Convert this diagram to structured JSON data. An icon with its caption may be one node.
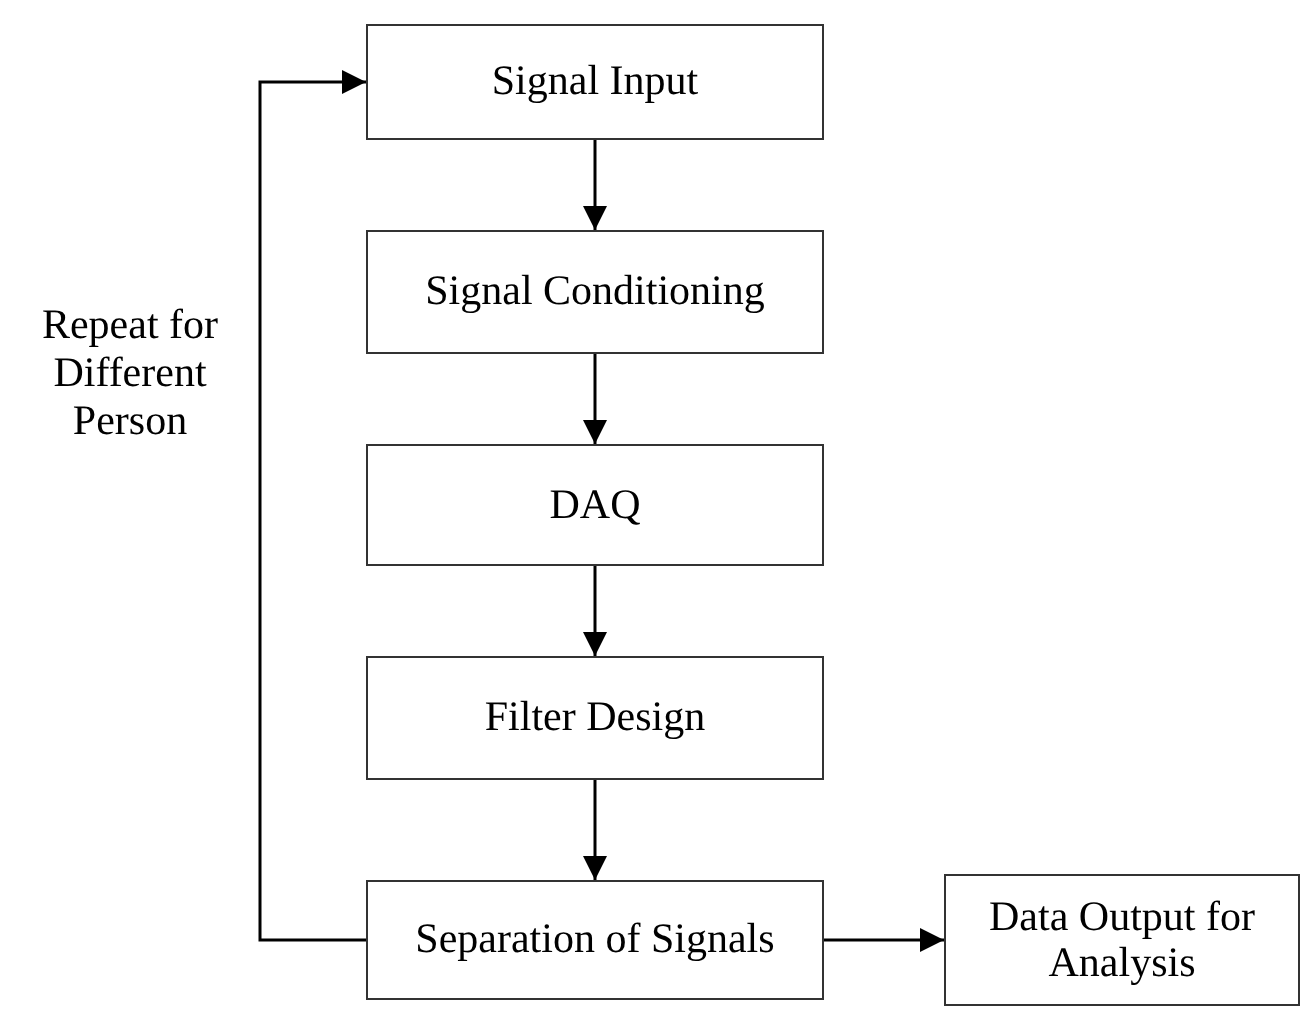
{
  "diagram": {
    "nodes": [
      {
        "text": [
          "Signal Input"
        ]
      },
      {
        "text": [
          "Signal Conditioning"
        ]
      },
      {
        "text": [
          "DAQ"
        ]
      },
      {
        "text": [
          "Filter Design"
        ]
      },
      {
        "text": [
          "Separation of Signals"
        ]
      },
      {
        "text": [
          "Data Output for Analysis"
        ]
      }
    ],
    "edges": [
      {
        "from": 0,
        "to": 1,
        "arrow": "to"
      },
      {
        "from": 1,
        "to": 2,
        "arrow": "to"
      },
      {
        "from": 2,
        "to": 3,
        "arrow": "to"
      },
      {
        "from": 3,
        "to": 4,
        "arrow": "to"
      },
      {
        "from": 4,
        "to": 5,
        "arrow": "to"
      },
      {
        "from": 4,
        "to": 0,
        "arrow": "to",
        "label": "Repeat for Different Person"
      }
    ]
  }
}
